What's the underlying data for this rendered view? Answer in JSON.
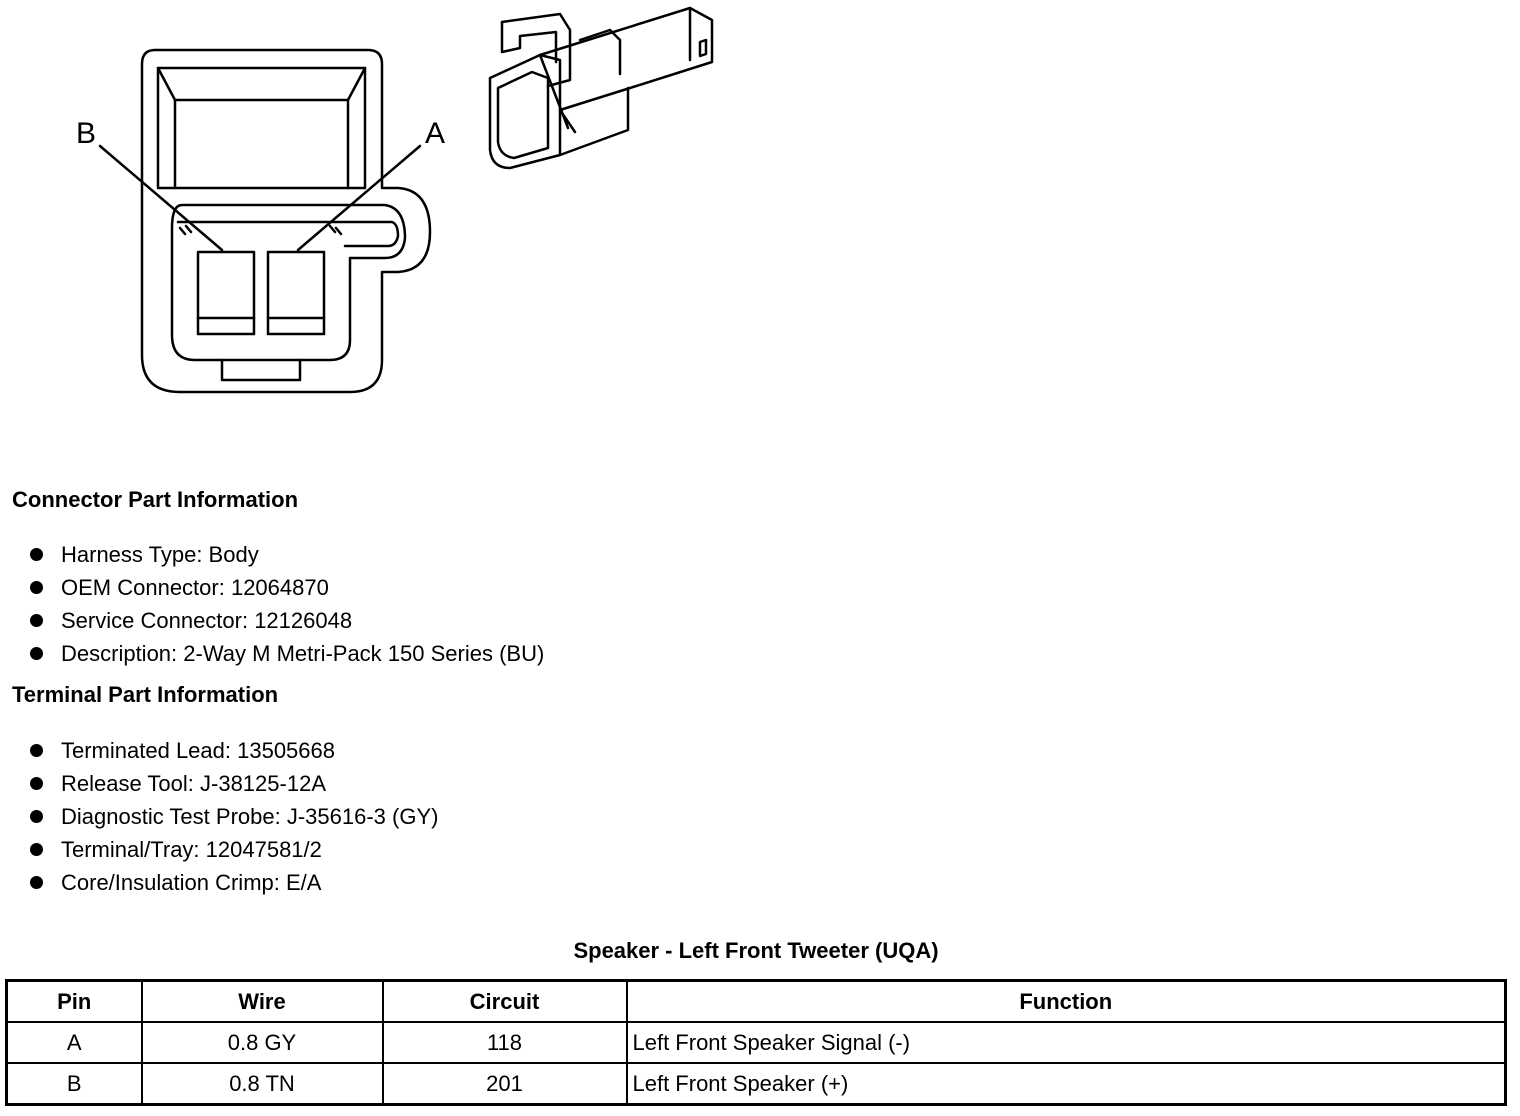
{
  "diagram": {
    "pin_labels": {
      "b": "B",
      "a": "A"
    }
  },
  "connector_section": {
    "title": "Connector Part Information",
    "items": [
      "Harness Type: Body",
      "OEM Connector: 12064870",
      "Service Connector: 12126048",
      "Description: 2-Way M Metri-Pack 150 Series (BU)"
    ]
  },
  "terminal_section": {
    "title": "Terminal Part Information",
    "items": [
      "Terminated Lead: 13505668",
      "Release Tool: J-38125-12A",
      "Diagnostic Test Probe: J-35616-3 (GY)",
      "Terminal/Tray: 12047581/2",
      "Core/Insulation Crimp: E/A"
    ]
  },
  "pin_table": {
    "title": "Speaker - Left Front Tweeter (UQA)",
    "headers": [
      "Pin",
      "Wire",
      "Circuit",
      "Function"
    ],
    "rows": [
      [
        "A",
        "0.8 GY",
        "118",
        "Left Front Speaker Signal (-)"
      ],
      [
        "B",
        "0.8 TN",
        "201",
        "Left Front Speaker (+)"
      ]
    ]
  }
}
